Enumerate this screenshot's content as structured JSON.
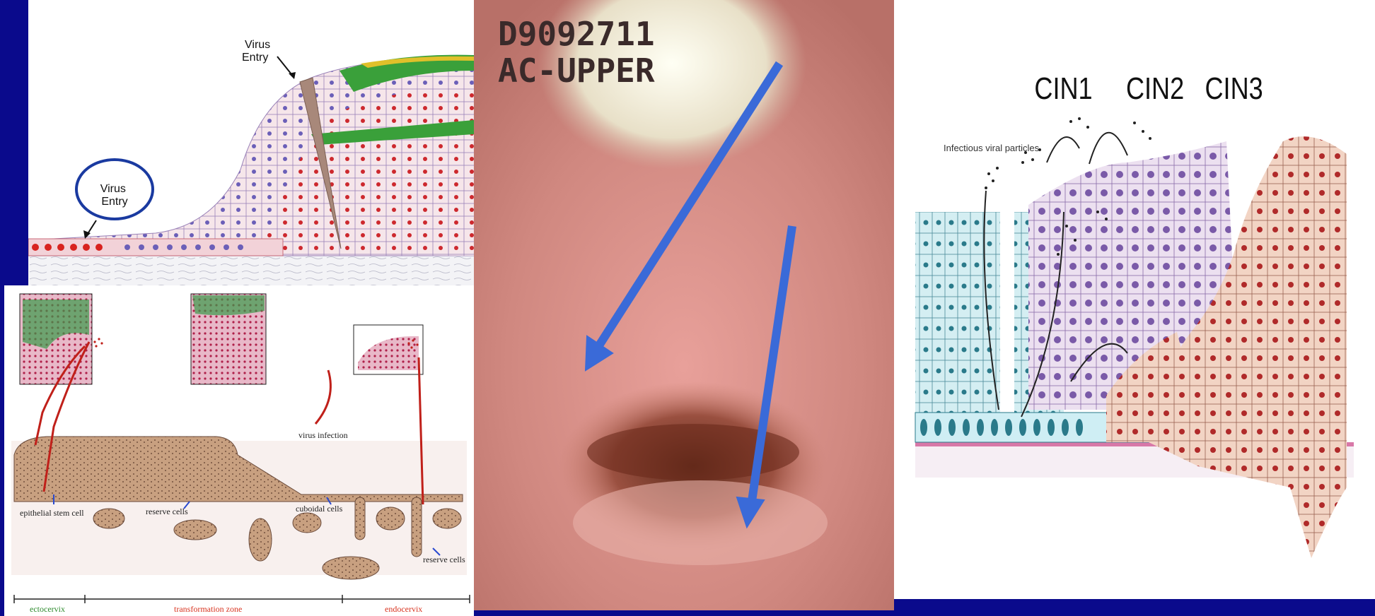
{
  "top_left": {
    "label_virus_entry_top": [
      "Virus",
      "Entry"
    ],
    "label_virus_entry_circled": [
      "Virus",
      "Entry"
    ]
  },
  "bottom_left": {
    "virus_infection": "virus infection",
    "epithelial_stem_cell": "epithelial stem cell",
    "reserve_cells_1": "reserve cells",
    "cuboidal_cells": "cuboidal cells",
    "reserve_cells_2": "reserve cells",
    "zone_ectocervix": "ectocervix",
    "zone_transformation": "transformation zone",
    "zone_endocervix": "endocervix"
  },
  "middle": {
    "overlay_line1": "D9092711",
    "overlay_line2": "AC-UPPER"
  },
  "right": {
    "cin1": "CIN1",
    "cin2": "CIN2",
    "cin3": "CIN3",
    "infectious_viral_particles": "Infectious viral particles"
  },
  "colors": {
    "background": "#0a0a8c",
    "arrow_blue": "#3a6ad8",
    "ectocervix_green": "#2e8b2e",
    "zone_red": "#d8331f"
  }
}
